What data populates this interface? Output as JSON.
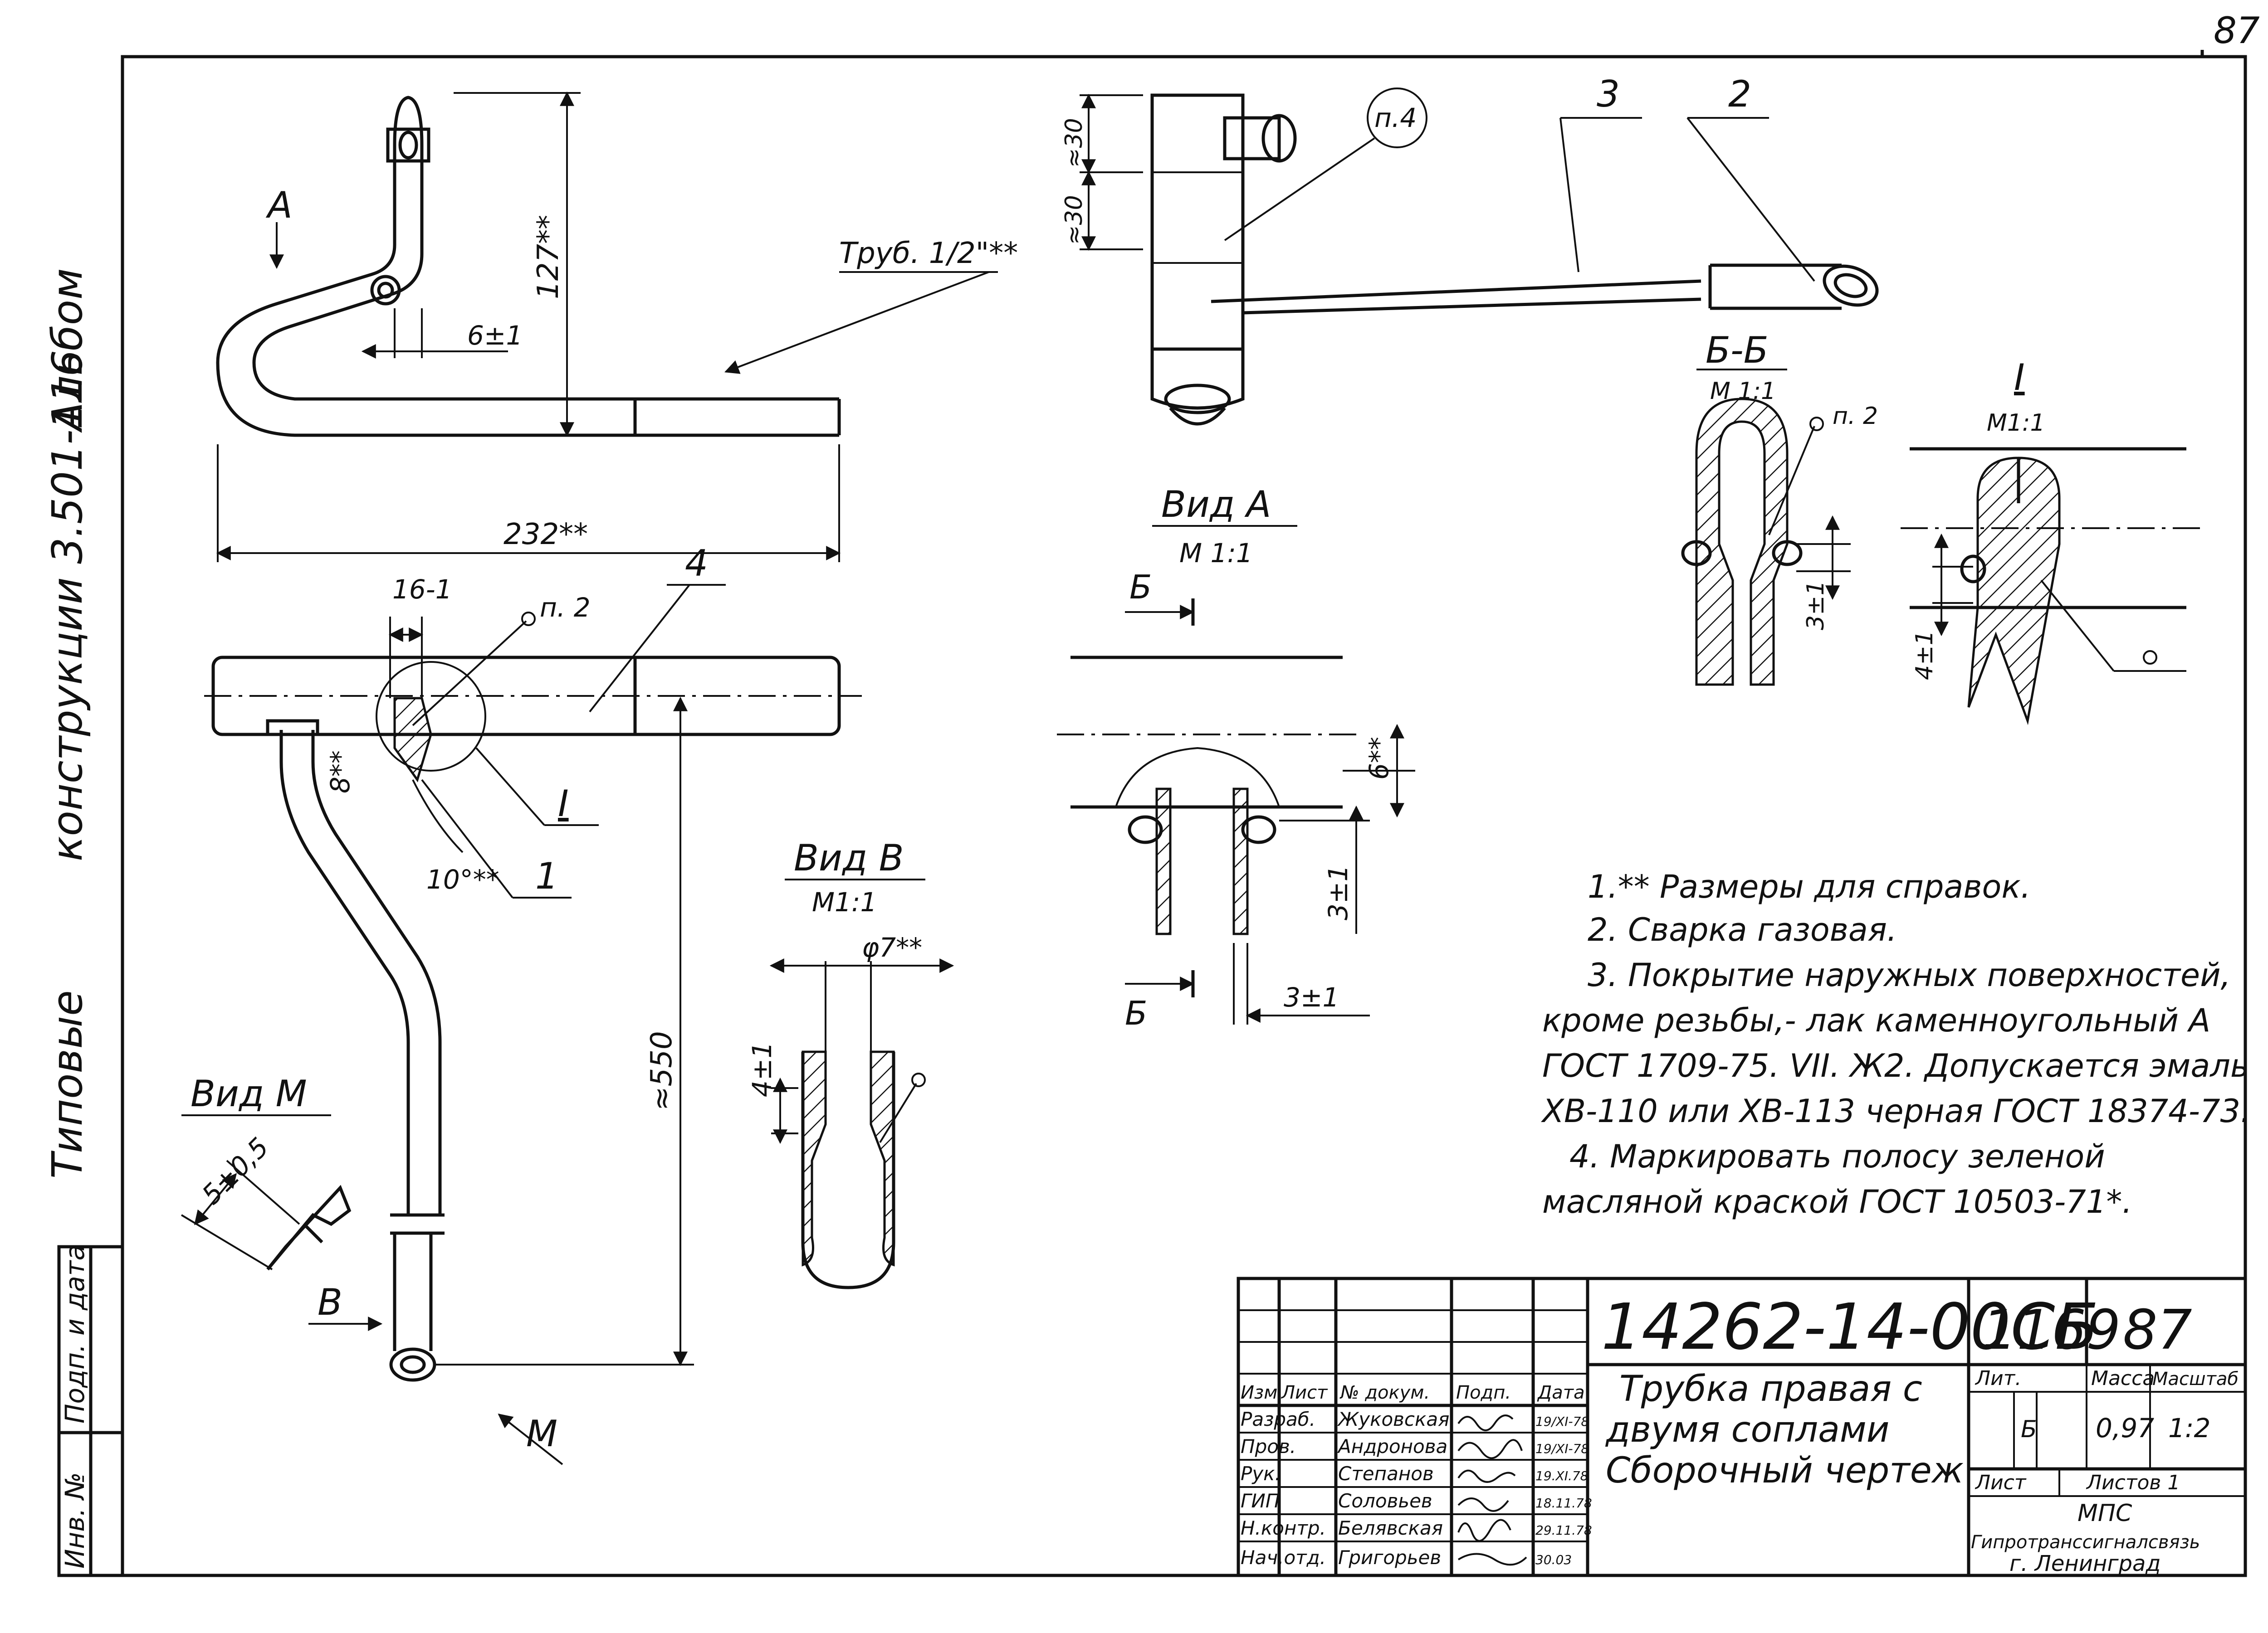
{
  "sheet": {
    "corner_number": "87",
    "album": {
      "line1": "Типовые",
      "line2": "конструкции 3.501-116",
      "line3": "Альбом"
    },
    "side_stamp": {
      "sign_date": "Подп. и дата",
      "inventory": "Инв. №"
    }
  },
  "drawing": {
    "top_left": {
      "dim_height": "127**",
      "dim_length": "232**",
      "dim_small": "6±1",
      "pipe_callout": "Труб. 1/2\"**",
      "view_arrow": "А"
    },
    "bottom_left": {
      "dim_16": "16-1",
      "dim_8": "8**",
      "dim_angle": "10°**",
      "dim_550": "≈550",
      "pos_1": "1",
      "pos_4": "4",
      "pos_I": "I",
      "note_p2": "п. 2",
      "view_arrow_b": "В",
      "view_arrow_m": "М"
    },
    "view_m": {
      "title": "Вид М",
      "dim": "5±0,5"
    },
    "view_v": {
      "title": "Вид В",
      "scale": "М1:1",
      "dim_d": "φ7**",
      "dim_4": "4±1"
    },
    "top_right": {
      "dim_30a": "≈30",
      "dim_30b": "≈30",
      "note_p4": "п.4",
      "pos_3": "3",
      "pos_2": "2"
    },
    "view_a": {
      "title": "Вид А",
      "scale": "М 1:1",
      "section_mark": "Б",
      "dim_6": "6**",
      "dim_3v": "3±1",
      "dim_3h": "3±1"
    },
    "section_bb": {
      "title": "Б-Б",
      "scale": "М 1:1",
      "note_p2": "п. 2",
      "dim_3": "3±1"
    },
    "detail_I": {
      "title": "I",
      "scale": "М1:1",
      "dim_4": "4±1"
    },
    "notes": [
      "1.** Размеры для справок.",
      "2. Сварка газовая.",
      "3. Покрытие наружных поверхностей,",
      "кроме резьбы,- лак каменноугольный А",
      "ГОСТ 1709-75. VII. Ж2. Допускается эмаль",
      "ХВ-110 или ХВ-113 черная ГОСТ 18374-73.",
      "4. Маркировать полосу зеленой",
      "масляной краской ГОСТ 10503-71*."
    ]
  },
  "title_block": {
    "code": "14262-14-00СБ",
    "num": "1169",
    "sheet_no": "87",
    "title_lines": [
      "Трубка правая с",
      "двумя соплами",
      "Сборочный чертеж"
    ],
    "headers": {
      "izm": "Изм.",
      "list": "Лист",
      "doc": "№ докум.",
      "sign": "Подп.",
      "date": "Дата",
      "lit": "Лит.",
      "mass": "Масса",
      "scale": "Масштаб",
      "sheet": "Лист",
      "sheets": "Листов 1"
    },
    "values": {
      "lit": "Б",
      "mass": "0,97",
      "scale": "1:2"
    },
    "people": [
      {
        "role": "Разраб.",
        "name": "Жуковская",
        "date": "19/XI-78"
      },
      {
        "role": "Пров.",
        "name": "Андронова",
        "date": "19/XI-78"
      },
      {
        "role": "Рук.",
        "name": "Степанов",
        "date": "19.XI.78"
      },
      {
        "role": "ГИП",
        "name": "Соловьев",
        "date": "18.11.78"
      },
      {
        "role": "Н.контр.",
        "name": "Белявская",
        "date": "29.11.78"
      },
      {
        "role": "Нач.отд.",
        "name": "Григорьев",
        "date": "30.03"
      }
    ],
    "org_lines": [
      "МПС",
      "Гипротранссигналсвязь",
      "г. Ленинград"
    ]
  }
}
